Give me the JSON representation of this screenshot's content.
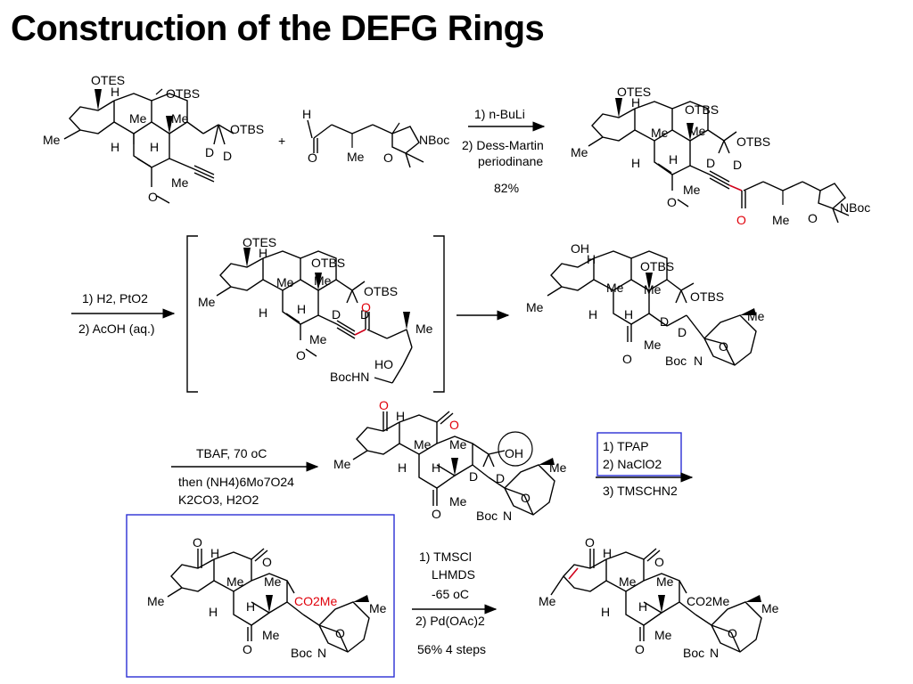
{
  "title": "Construction of the DEFG Rings",
  "atom": {
    "otes": "OTES",
    "otbs": "OTBS",
    "oh": "OH",
    "h": "H",
    "me": "Me",
    "d": "D",
    "o": "O",
    "nboc": "NBoc",
    "boc": "Boc",
    "n": "N",
    "bochn": "BocHN",
    "ho": "HO",
    "co2me_red": "CO2Me",
    "co2me": "CO2Me",
    "plus": "+"
  },
  "steps": [
    {
      "id": "step1",
      "lines": [
        "1) n-BuLi",
        "2) Dess-Martin",
        "periodinane",
        "82%"
      ]
    },
    {
      "id": "step2",
      "lines": [
        "1) H2, PtO2",
        "2) AcOH (aq.)"
      ]
    },
    {
      "id": "step3",
      "lines": [
        "TBAF, 70 oC",
        "then (NH4)6Mo7O24",
        "K2CO3, H2O2"
      ]
    },
    {
      "id": "step4",
      "lines": [
        "1) TPAP",
        "2) NaClO2",
        "3) TMSCHN2"
      ]
    },
    {
      "id": "step5",
      "lines": [
        "1) TMSCl",
        "LHMDS",
        "-65 oC",
        "2) Pd(OAc)2",
        "56% 4 steps"
      ]
    }
  ],
  "colors": {
    "highlight_red": "#e0000a",
    "box_blue": "#2b2fd4",
    "text": "#000000"
  }
}
